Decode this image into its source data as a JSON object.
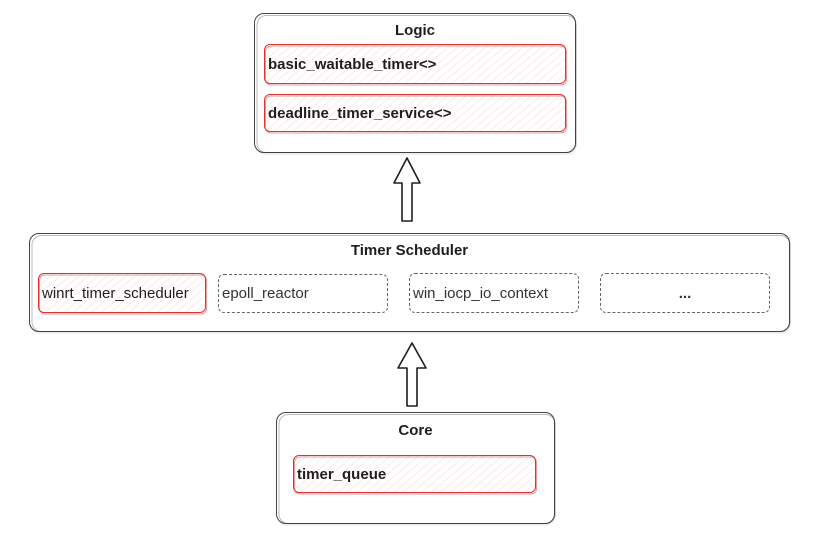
{
  "logic": {
    "title": "Logic",
    "items": [
      "basic_waitable_timer<>",
      "deadline_timer_service<>"
    ]
  },
  "scheduler": {
    "title": "Timer Scheduler",
    "items": [
      "winrt_timer_scheduler",
      "epoll_reactor",
      "win_iocp_io_context",
      "..."
    ]
  },
  "core": {
    "title": "Core",
    "items": [
      "timer_queue"
    ]
  },
  "colors": {
    "highlight": "#e03131",
    "stroke": "#444444"
  }
}
